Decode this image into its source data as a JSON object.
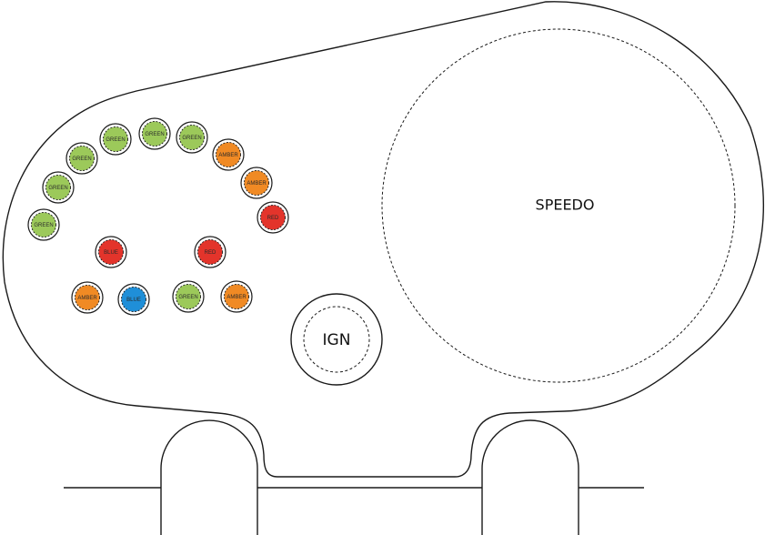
{
  "speedo": {
    "label": "SPEEDO"
  },
  "ignition": {
    "label": "IGN"
  },
  "colors": {
    "GREEN": "#9cc95a",
    "AMBER": "#f08a24",
    "RED": "#e3342b",
    "BLUE": "#1f8fd8"
  },
  "lamps": [
    {
      "label": "GREEN",
      "color": "GREEN"
    },
    {
      "label": "GREEN",
      "color": "GREEN"
    },
    {
      "label": "GREEN",
      "color": "GREEN"
    },
    {
      "label": "GREEN",
      "color": "GREEN"
    },
    {
      "label": "GREEN",
      "color": "GREEN"
    },
    {
      "label": "GREEN",
      "color": "GREEN"
    },
    {
      "label": "AMBER",
      "color": "AMBER"
    },
    {
      "label": "AMBER",
      "color": "AMBER"
    },
    {
      "label": "RED",
      "color": "RED"
    },
    {
      "label": "BLUE",
      "color": "RED"
    },
    {
      "label": "RED",
      "color": "RED"
    },
    {
      "label": "AMBER",
      "color": "AMBER"
    },
    {
      "label": "BLUE",
      "color": "BLUE"
    },
    {
      "label": "GREEN",
      "color": "GREEN"
    },
    {
      "label": "AMBER",
      "color": "AMBER"
    }
  ]
}
